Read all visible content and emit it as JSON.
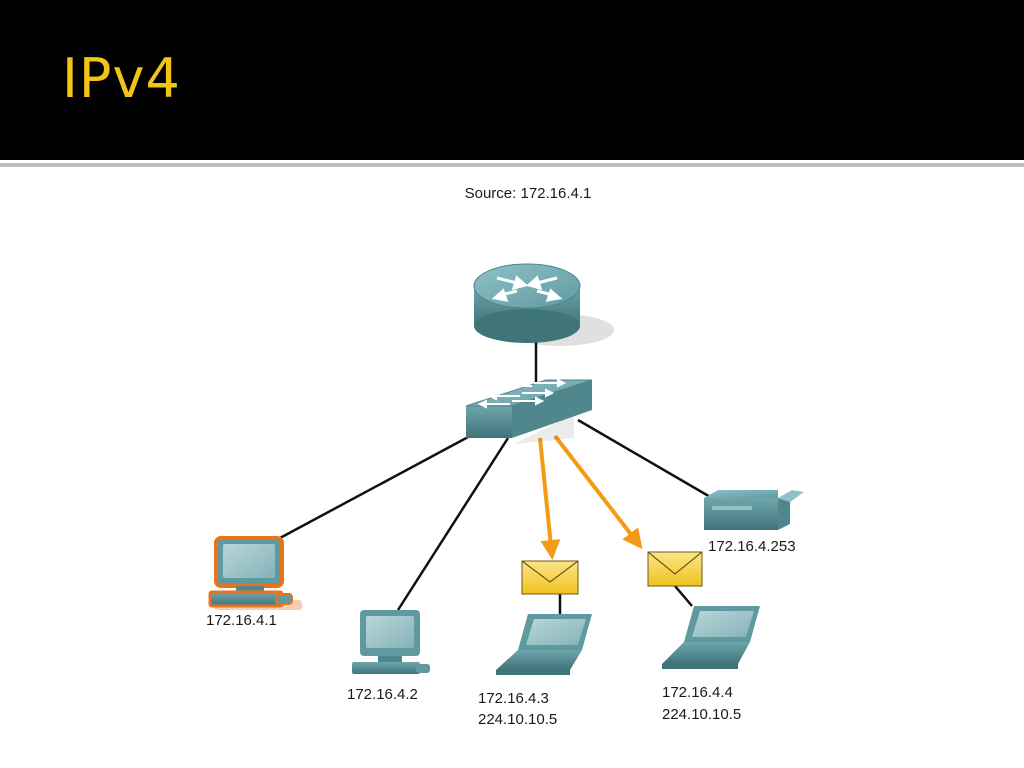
{
  "slide": {
    "title": "IPv4",
    "caption": "Source: 172.16.4.1"
  },
  "colors": {
    "header_bg": "#000000",
    "title": "#f2c318",
    "device_teal": "#5f9aa0",
    "link": "#111111",
    "multicast_arrow": "#f59a16",
    "envelope": "#f4cf2e",
    "source_highlight": "#e8731c"
  },
  "nodes": {
    "router": {
      "icon": "router-icon"
    },
    "switch": {
      "icon": "switch-icon"
    },
    "pc1": {
      "icon": "desktop-pc-icon",
      "labels": [
        "172.16.4.1"
      ],
      "source": true
    },
    "pc2": {
      "icon": "desktop-pc-icon",
      "labels": [
        "172.16.4.2"
      ]
    },
    "laptop3": {
      "icon": "laptop-icon",
      "labels": [
        "172.16.4.3",
        "224.10.10.5"
      ]
    },
    "laptop4": {
      "icon": "laptop-icon",
      "labels": [
        "172.16.4.4",
        "224.10.10.5"
      ]
    },
    "printer": {
      "icon": "printer-icon",
      "labels": [
        "172.16.4.253"
      ]
    }
  }
}
